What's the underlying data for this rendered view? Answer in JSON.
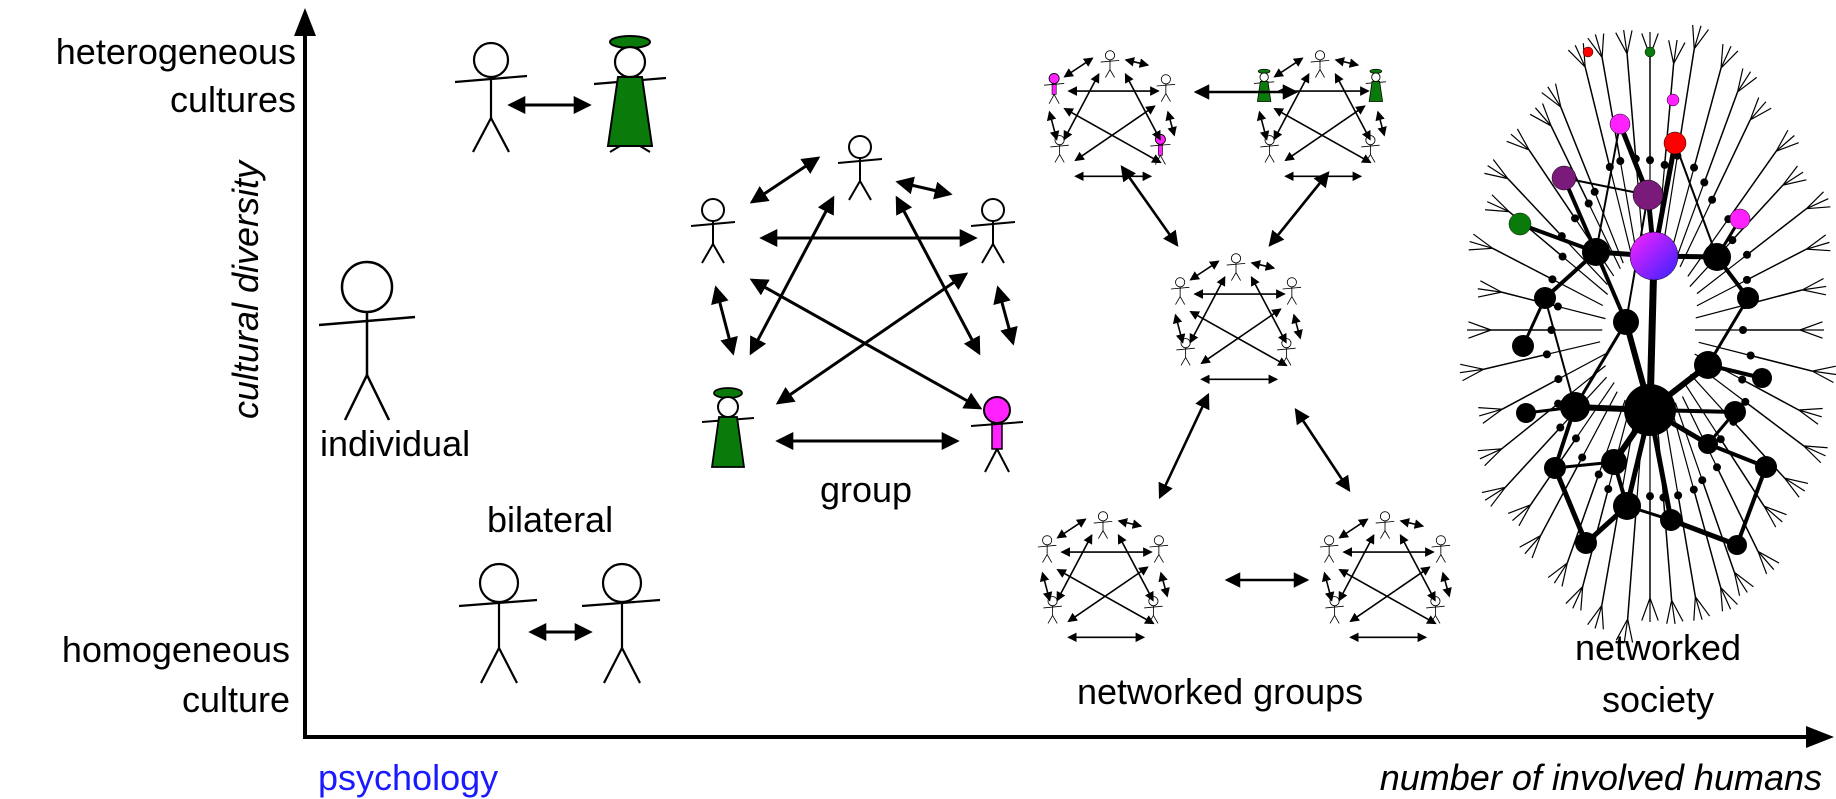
{
  "y_axis": {
    "title": "cultural diversity",
    "top_label": [
      "heterogeneous",
      "cultures"
    ],
    "bottom_label": [
      "homogeneous",
      "culture"
    ]
  },
  "x_axis": {
    "left_label": "psychology",
    "right_label": "number of involved humans"
  },
  "stages": {
    "individual": "individual",
    "bilateral": "bilateral",
    "group": "group",
    "networked_groups": "networked groups",
    "networked_society": [
      "networked",
      "society"
    ]
  },
  "colors": {
    "axis": "#000000",
    "culture_green": "#0a7a0a",
    "culture_magenta": "#ff22ff",
    "hub_purple": "#7a1a7a",
    "hub_red": "#ff0000",
    "hub_gradient_start": "#ff22ff",
    "hub_gradient_end": "#3322ff",
    "psychology_text": "#1a1aff"
  },
  "icons": {
    "person": "stick-figure-icon",
    "person_with_hat": "hat-figure-icon",
    "interaction": "double-arrow-icon",
    "network_node": "node-dot"
  }
}
